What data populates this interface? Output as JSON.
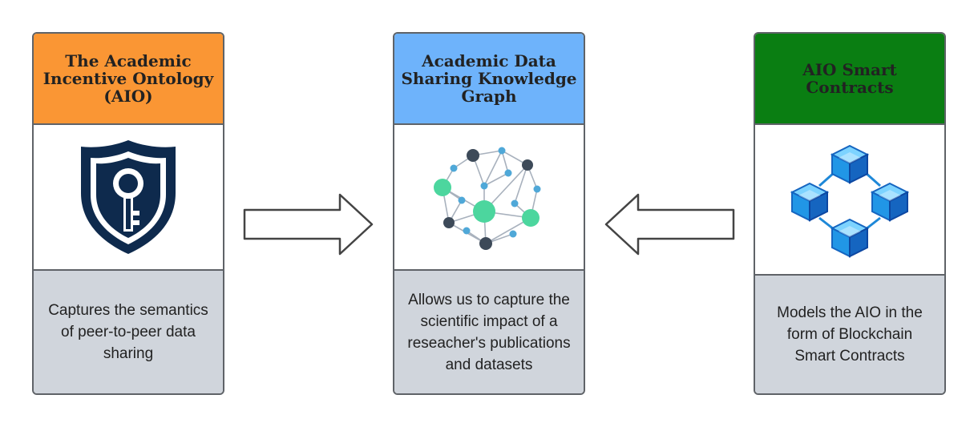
{
  "cards": [
    {
      "title": "The Academic Incentive Ontology (AIO)",
      "icon": "shield-key-icon",
      "description": "Captures the semantics of peer-to-peer data sharing",
      "header_color": "#fa9634"
    },
    {
      "title": "Academic Data Sharing Knowledge Graph",
      "icon": "network-graph-icon",
      "description": "Allows us to capture the scientific impact of a reseacher's publications and datasets",
      "header_color": "#6eb3fb"
    },
    {
      "title": "AIO Smart Contracts",
      "icon": "blockchain-cubes-icon",
      "description": "Models the AIO in the form of Blockchain Smart Contracts",
      "header_color": "#0a7e12"
    }
  ],
  "arrows": [
    {
      "from": "The Academic Incentive Ontology (AIO)",
      "to": "Academic Data Sharing Knowledge Graph",
      "direction": "right"
    },
    {
      "from": "AIO Smart Contracts",
      "to": "Academic Data Sharing Knowledge Graph",
      "direction": "left"
    }
  ],
  "colors": {
    "description_bg": "#d0d5dc",
    "border": "#5f6368",
    "shield": "#0e2a4d",
    "node_dark": "#3d4a59",
    "node_green": "#4cd69e",
    "node_blue": "#4fa8d8",
    "cube_blue": "#1e88d8"
  }
}
